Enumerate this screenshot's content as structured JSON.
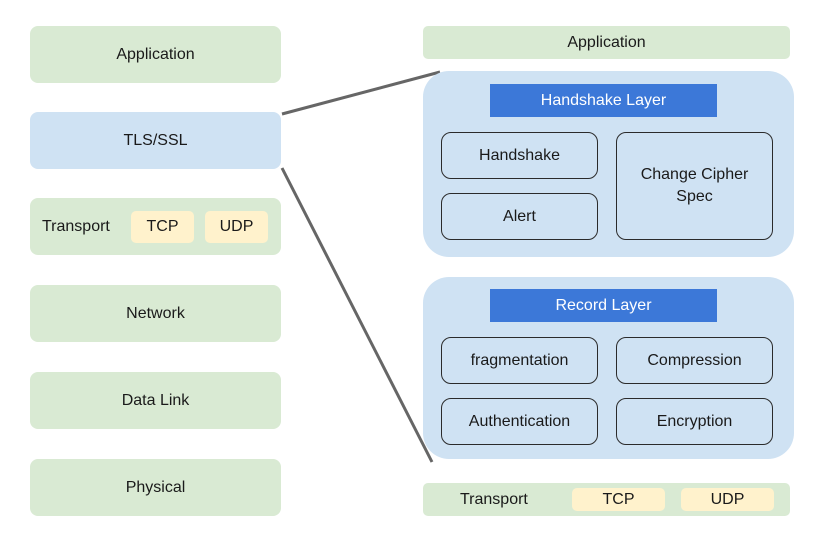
{
  "left_stack": {
    "application": "Application",
    "tls": "TLS/SSL",
    "transport": {
      "label": "Transport",
      "tcp": "TCP",
      "udp": "UDP"
    },
    "network": "Network",
    "data_link": "Data Link",
    "physical": "Physical"
  },
  "right_detail": {
    "application": "Application",
    "handshake_layer": {
      "title": "Handshake Layer",
      "handshake": "Handshake",
      "alert": "Alert",
      "change_cipher_spec": "Change Cipher Spec"
    },
    "record_layer": {
      "title": "Record Layer",
      "fragmentation": "fragmentation",
      "compression": "Compression",
      "authentication": "Authentication",
      "encryption": "Encryption"
    },
    "transport": {
      "label": "Transport",
      "tcp": "TCP",
      "udp": "UDP"
    }
  },
  "colors": {
    "green": "#d9ead3",
    "blue": "#cfe2f3",
    "title_bar": "#3c78d8",
    "chip": "#fff2cc",
    "connector": "#666666"
  }
}
